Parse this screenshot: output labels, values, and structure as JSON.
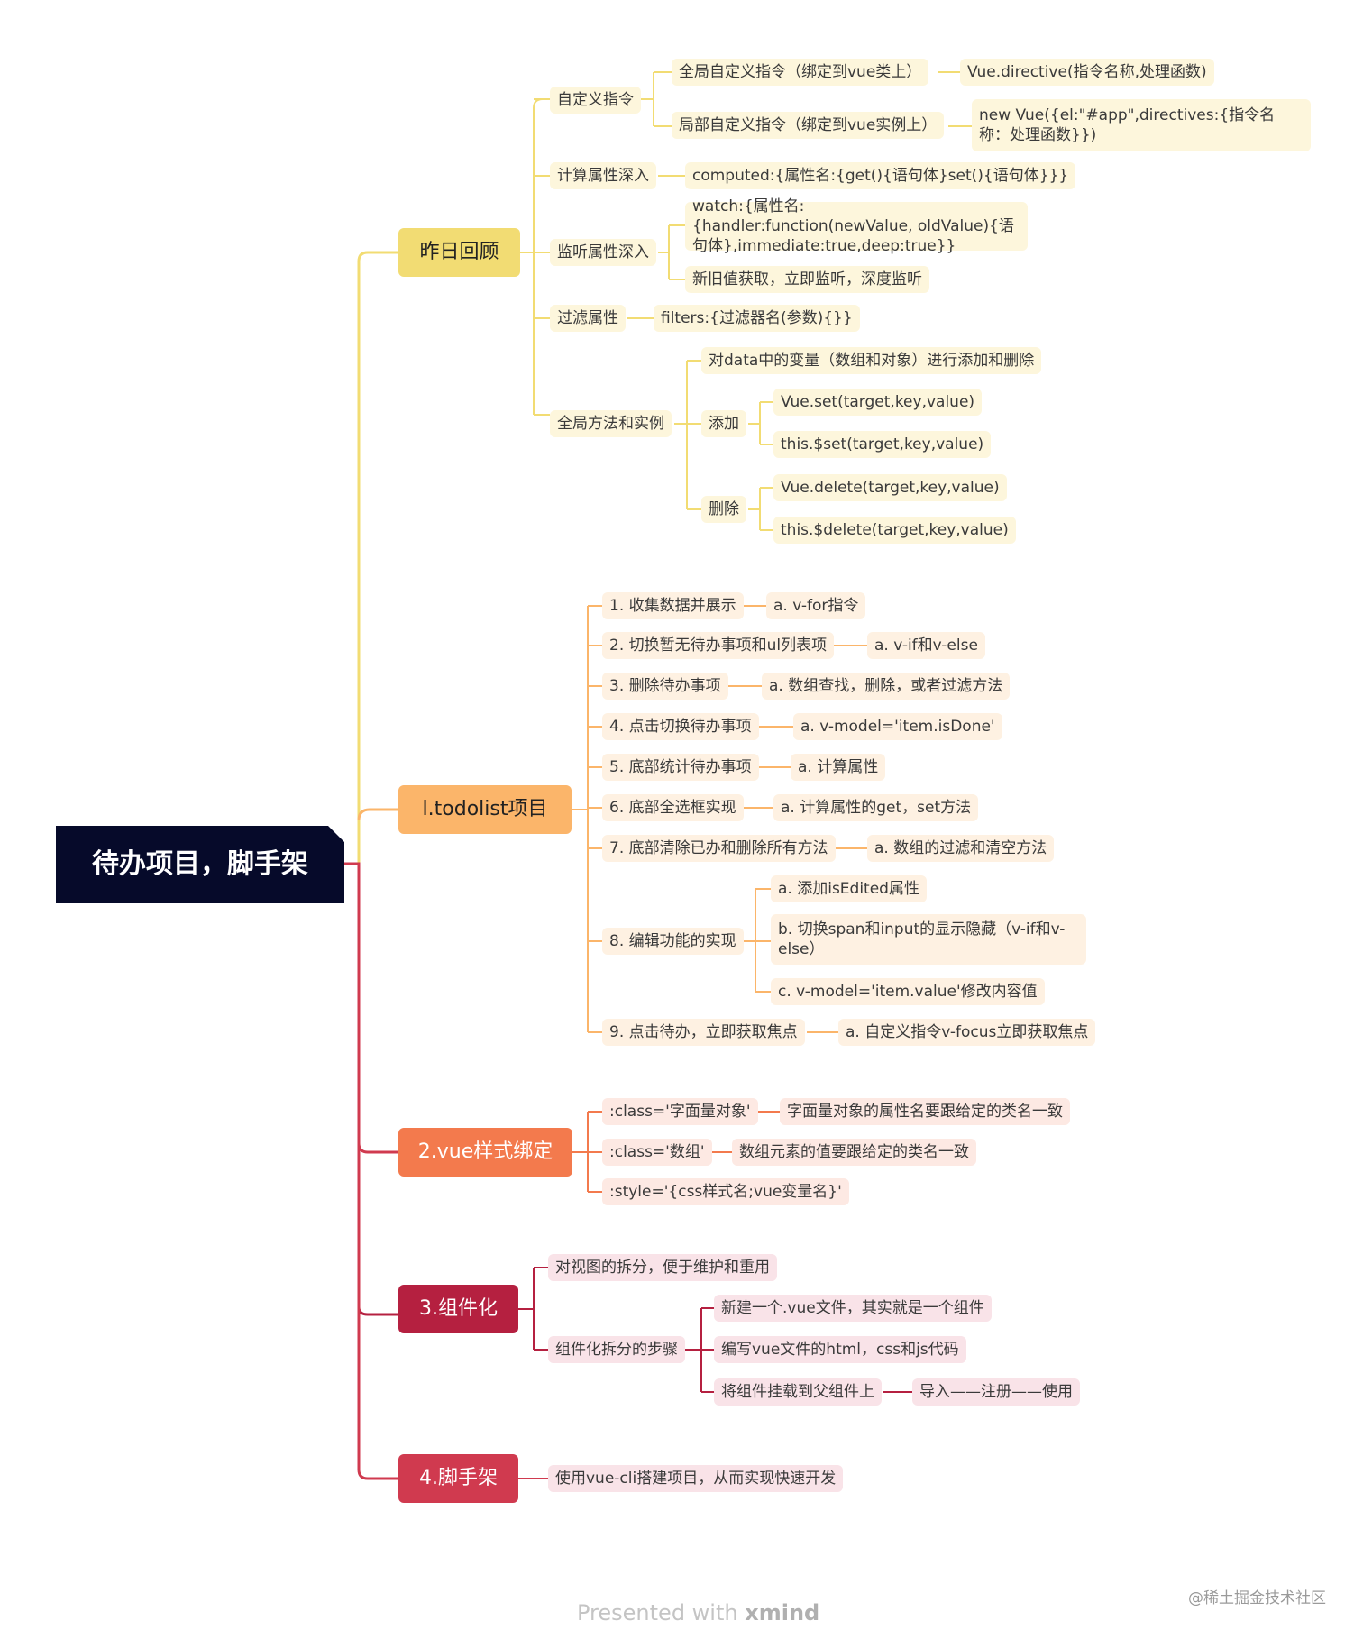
{
  "root": "待办项目，脚手架",
  "branches": {
    "b1": {
      "label": "昨日回顾",
      "c1": {
        "label": "自定义指令",
        "g1": "全局自定义指令（绑定到vue类上）",
        "g1a": "Vue.directive(指令名称,处理函数)",
        "g2": "局部自定义指令（绑定到vue实例上）",
        "g2a": "new Vue({el:\"#app\",directives:{指令名称：处理函数}})"
      },
      "c2": {
        "label": "计算属性深入",
        "a": "computed:{属性名:{get(){语句体}set(){语句体}}}"
      },
      "c3": {
        "label": "监听属性深入",
        "a": "watch:{属性名:{handler:function(newValue, oldValue){语句体},immediate:true,deep:true}}",
        "b": "新旧值获取，立即监听，深度监听"
      },
      "c4": {
        "label": "过滤属性",
        "a": "filters:{过滤器名(参数){}}"
      },
      "c5": {
        "label": "全局方法和实例",
        "a": "对data中的变量（数组和对象）进行添加和删除",
        "add": "添加",
        "add1": "Vue.set(target,key,value)",
        "add2": "this.$set(target,key,value)",
        "del": "删除",
        "del1": "Vue.delete(target,key,value)",
        "del2": "this.$delete(target,key,value)"
      }
    },
    "b2": {
      "label": "l.todolist项目",
      "items": [
        {
          "t": "1. 收集数据并展示",
          "a": "a. v-for指令"
        },
        {
          "t": "2. 切换暂无待办事项和ul列表项",
          "a": "a. v-if和v-else"
        },
        {
          "t": "3. 删除待办事项",
          "a": "a. 数组查找，删除，或者过滤方法"
        },
        {
          "t": "4. 点击切换待办事项",
          "a": "a. v-model='item.isDone'"
        },
        {
          "t": "5. 底部统计待办事项",
          "a": "a. 计算属性"
        },
        {
          "t": "6. 底部全选框实现",
          "a": "a. 计算属性的get，set方法"
        },
        {
          "t": "7. 底部清除已办和删除所有方法",
          "a": "a. 数组的过滤和清空方法"
        },
        {
          "t": "8. 编辑功能的实现",
          "a": "a. 添加isEdited属性",
          "b": "b. 切换span和input的显示隐藏（v-if和v-else）",
          "c": "c. v-model='item.value'修改内容值"
        },
        {
          "t": "9. 点击待办，立即获取焦点",
          "a": "a. 自定义指令v-focus立即获取焦点"
        }
      ]
    },
    "b3": {
      "label": "2.vue样式绑定",
      "items": [
        {
          "t": ":class='字面量对象'",
          "a": "字面量对象的属性名要跟给定的类名一致"
        },
        {
          "t": ":class='数组'",
          "a": "数组元素的值要跟给定的类名一致"
        },
        {
          "t": ":style='{css样式名;vue变量名}'"
        }
      ]
    },
    "b4": {
      "label": "3.组件化",
      "a": "对视图的拆分，便于维护和重用",
      "b": "组件化拆分的步骤",
      "s1": "新建一个.vue文件，其实就是一个组件",
      "s2": "编写vue文件的html，css和js代码",
      "s3": "将组件挂载到父组件上",
      "s3a": "导入——注册——使用"
    },
    "b5": {
      "label": "4.脚手架",
      "a": "使用vue-cli搭建项目，从而实现快速开发"
    }
  },
  "footer": {
    "presented": "Presented with ",
    "brand": "xmind"
  },
  "watermark": "@稀土掘金技术社区",
  "colors": {
    "root": "#060a2a",
    "yellow": "#f2dc73",
    "orange": "#fbb56a",
    "coral": "#f37a4d",
    "crimson": "#b52040",
    "red": "#d03a4f"
  }
}
